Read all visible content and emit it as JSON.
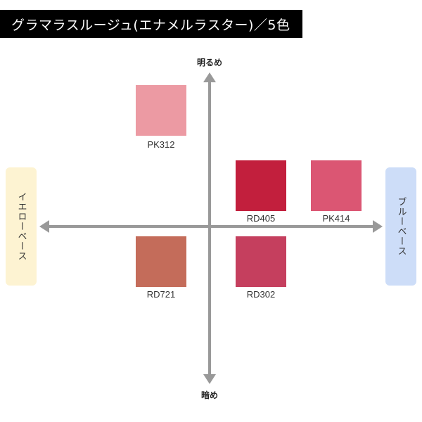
{
  "header": {
    "title": "グラマラスルージュ(エナメルラスター)／5色"
  },
  "axes": {
    "top_label": "明るめ",
    "bottom_label": "暗め",
    "left_label": "イエローベース",
    "right_label": "ブルーベース",
    "arrow_color": "#999999",
    "left_box_color": "#fdf3d2",
    "right_box_color": "#cdddf8"
  },
  "swatches": [
    {
      "code": "PK312",
      "color": "#ec9aa3"
    },
    {
      "code": "RD405",
      "color": "#c21f3d"
    },
    {
      "code": "PK414",
      "color": "#db5673"
    },
    {
      "code": "RD721",
      "color": "#c46c5a"
    },
    {
      "code": "RD302",
      "color": "#c53f5e"
    }
  ]
}
